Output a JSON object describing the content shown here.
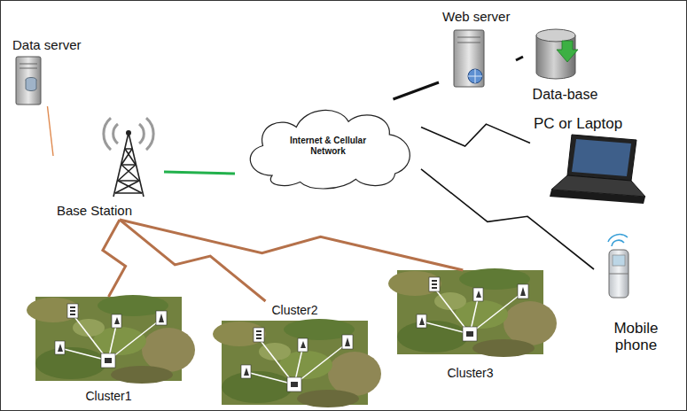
{
  "diagram": {
    "nodes": [
      {
        "text": [
          "Data server"
        ]
      },
      {
        "text": [
          "Web server"
        ]
      },
      {
        "text": [
          "Data-base"
        ]
      },
      {
        "text": [
          "Internet & Cellular Network"
        ]
      },
      {
        "text": [
          "PC or Laptop"
        ]
      },
      {
        "text": [
          "Base Station"
        ]
      },
      {
        "text": [
          "Mobile phone"
        ]
      },
      {
        "text": [
          "Cluster1"
        ]
      },
      {
        "text": [
          "Cluster2"
        ]
      },
      {
        "text": [
          "Cluster3"
        ]
      }
    ],
    "edges": [
      {
        "from": 0,
        "to": 5,
        "arrow": "none"
      },
      {
        "from": 5,
        "to": 3,
        "arrow": "none"
      },
      {
        "from": 3,
        "to": 1,
        "arrow": "none"
      },
      {
        "from": 1,
        "to": 2,
        "arrow": "none"
      },
      {
        "from": 3,
        "to": 4,
        "arrow": "none"
      },
      {
        "from": 3,
        "to": 6,
        "arrow": "none"
      },
      {
        "from": 5,
        "to": 7,
        "arrow": "none"
      },
      {
        "from": 5,
        "to": 8,
        "arrow": "none"
      },
      {
        "from": 5,
        "to": 9,
        "arrow": "none"
      }
    ]
  }
}
